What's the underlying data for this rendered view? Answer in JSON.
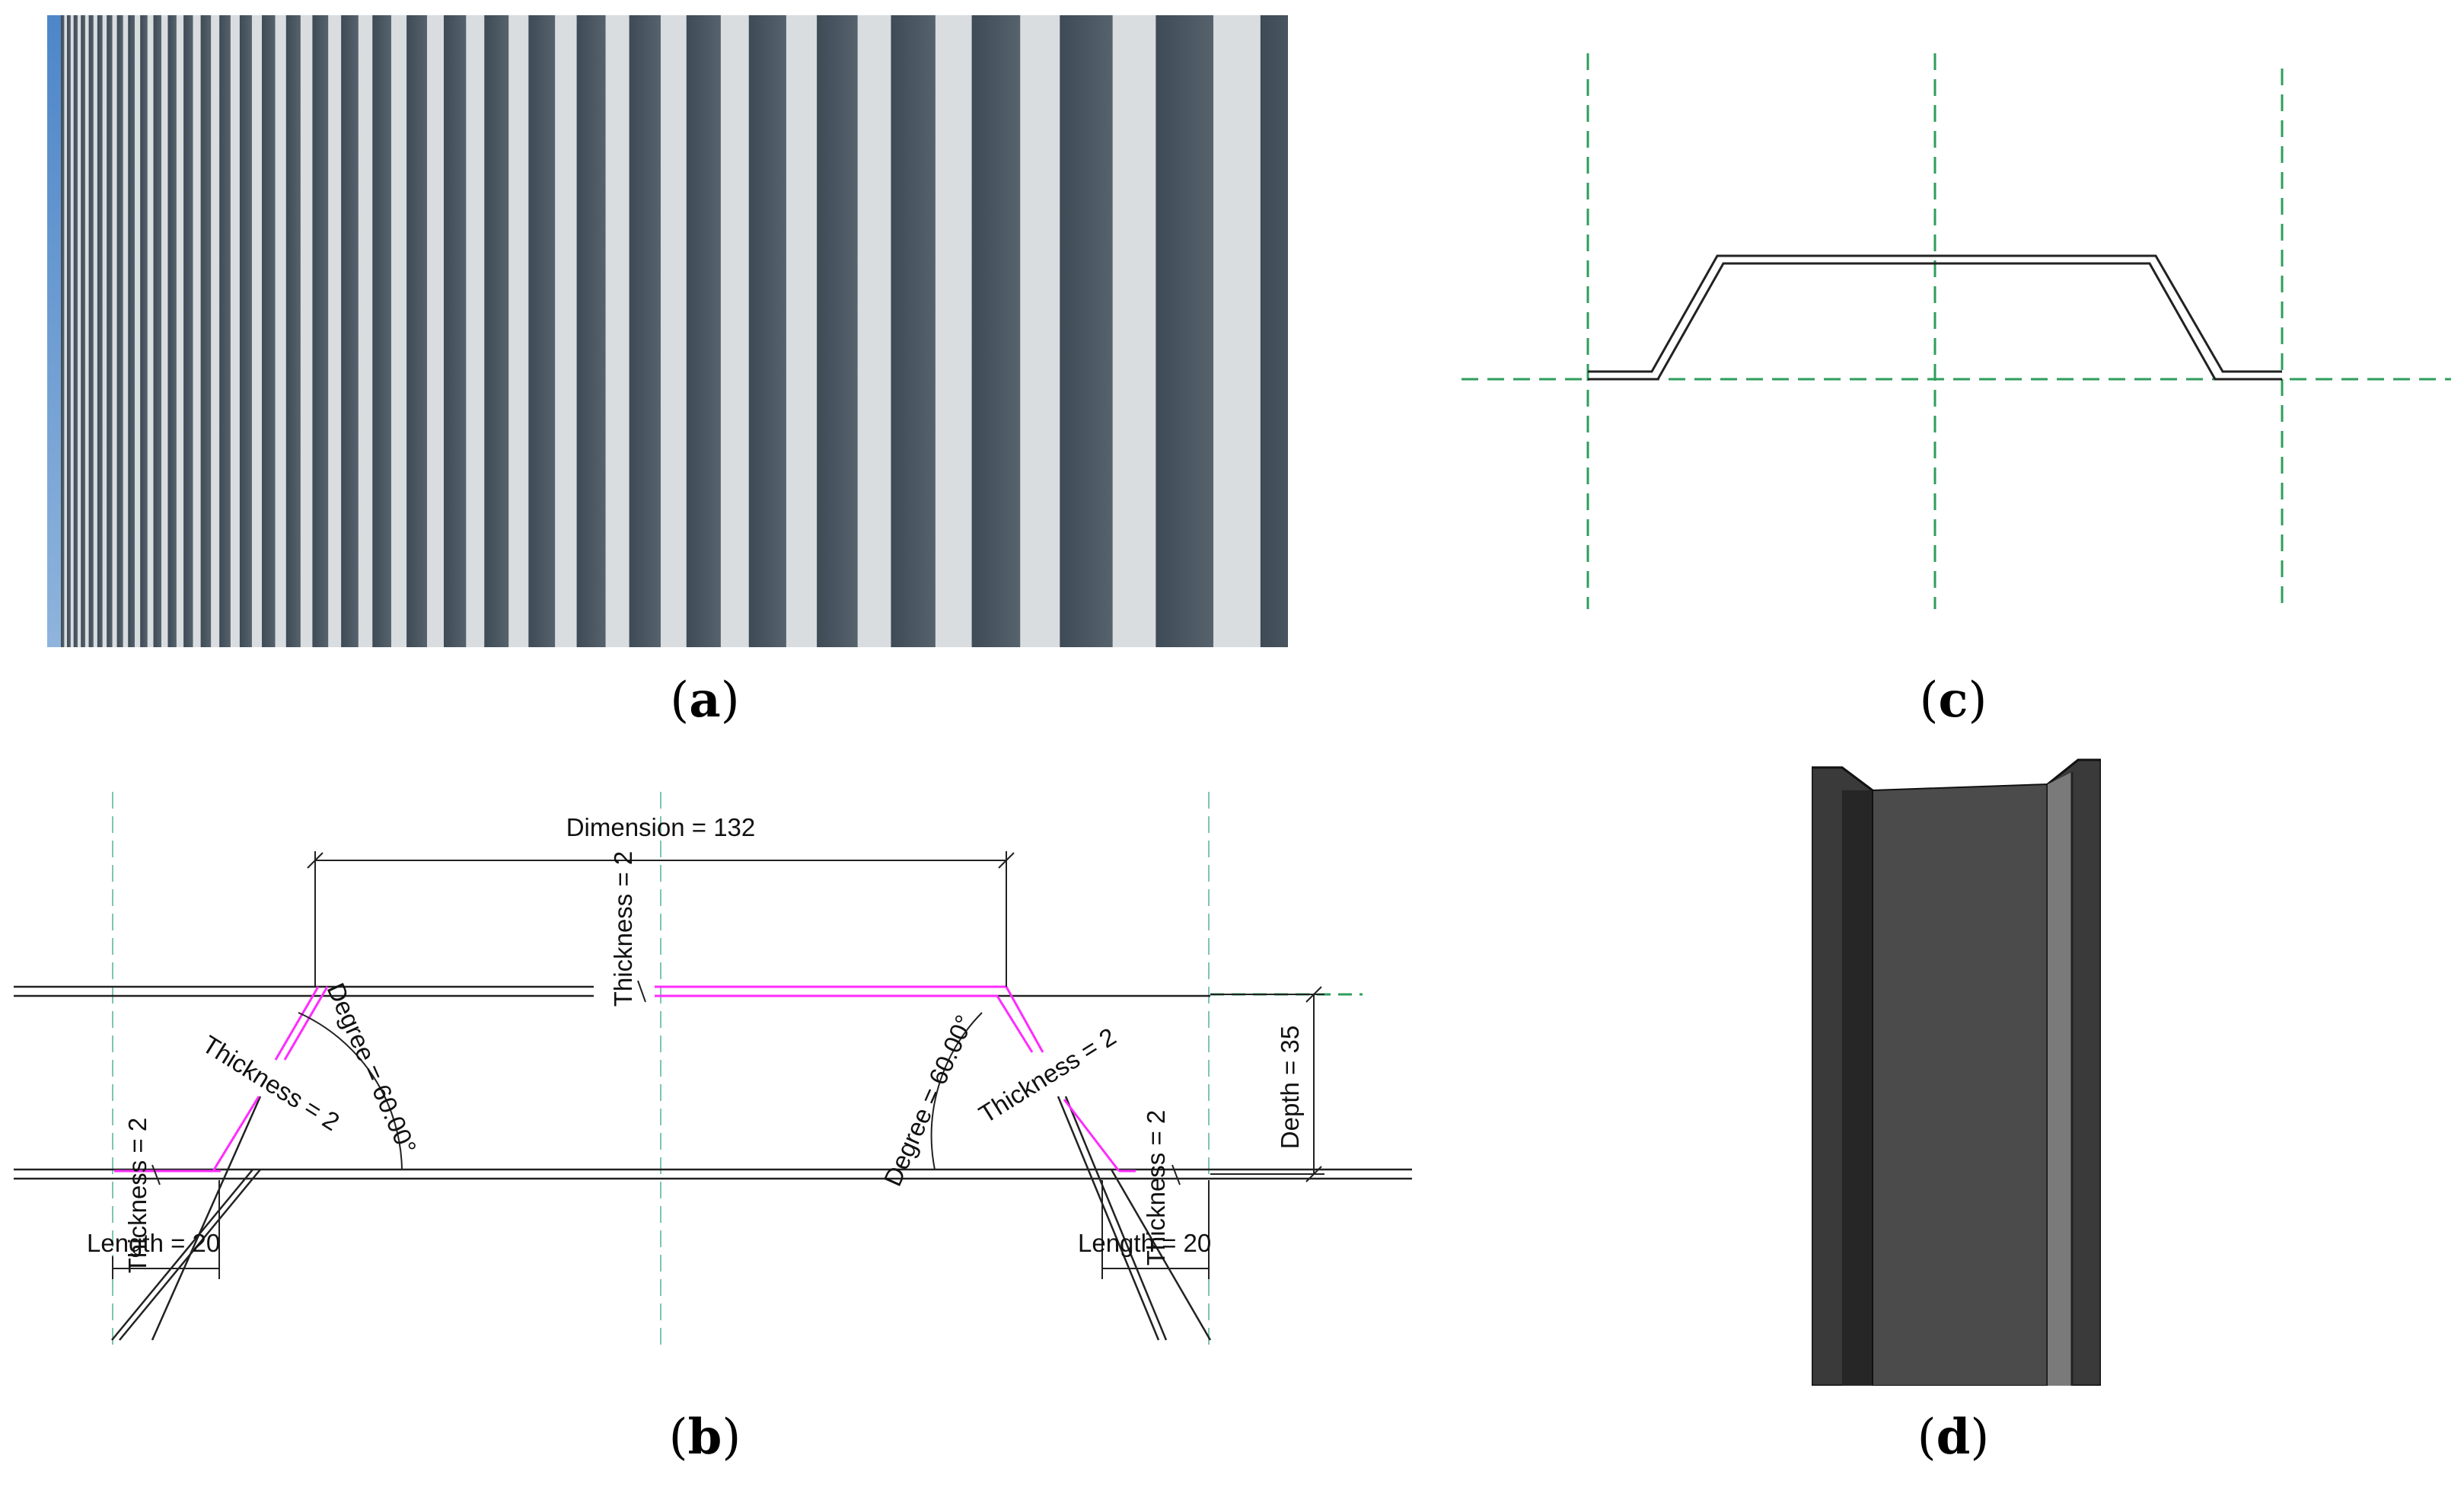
{
  "panels": {
    "a": {
      "caption": "a"
    },
    "b": {
      "caption": "b",
      "labels": {
        "dimension": "Dimension = 132",
        "thickness_top": "Thickness = 2",
        "thickness_left_slope": "Thickness = 2",
        "thickness_right_slope": "Thickness = 2",
        "thickness_left_flange": "Thickness = 2",
        "thickness_right_flange": "Thickness = 2",
        "degree_left": "Degree = 60.00°",
        "degree_right": "Degree = 60.00°",
        "depth": "Depth = 35",
        "length_left": "Length = 20",
        "length_right": "Length = 20"
      }
    },
    "c": {
      "caption": "c"
    },
    "d": {
      "caption": "d"
    }
  },
  "colors": {
    "profile_line": "#222222",
    "highlight": "#ff2bff",
    "reference_line": "#2e9e5b",
    "steel_dark": "#2c2c2c",
    "steel_mid": "#4a4a4a",
    "steel_light": "#6a6a6a"
  }
}
